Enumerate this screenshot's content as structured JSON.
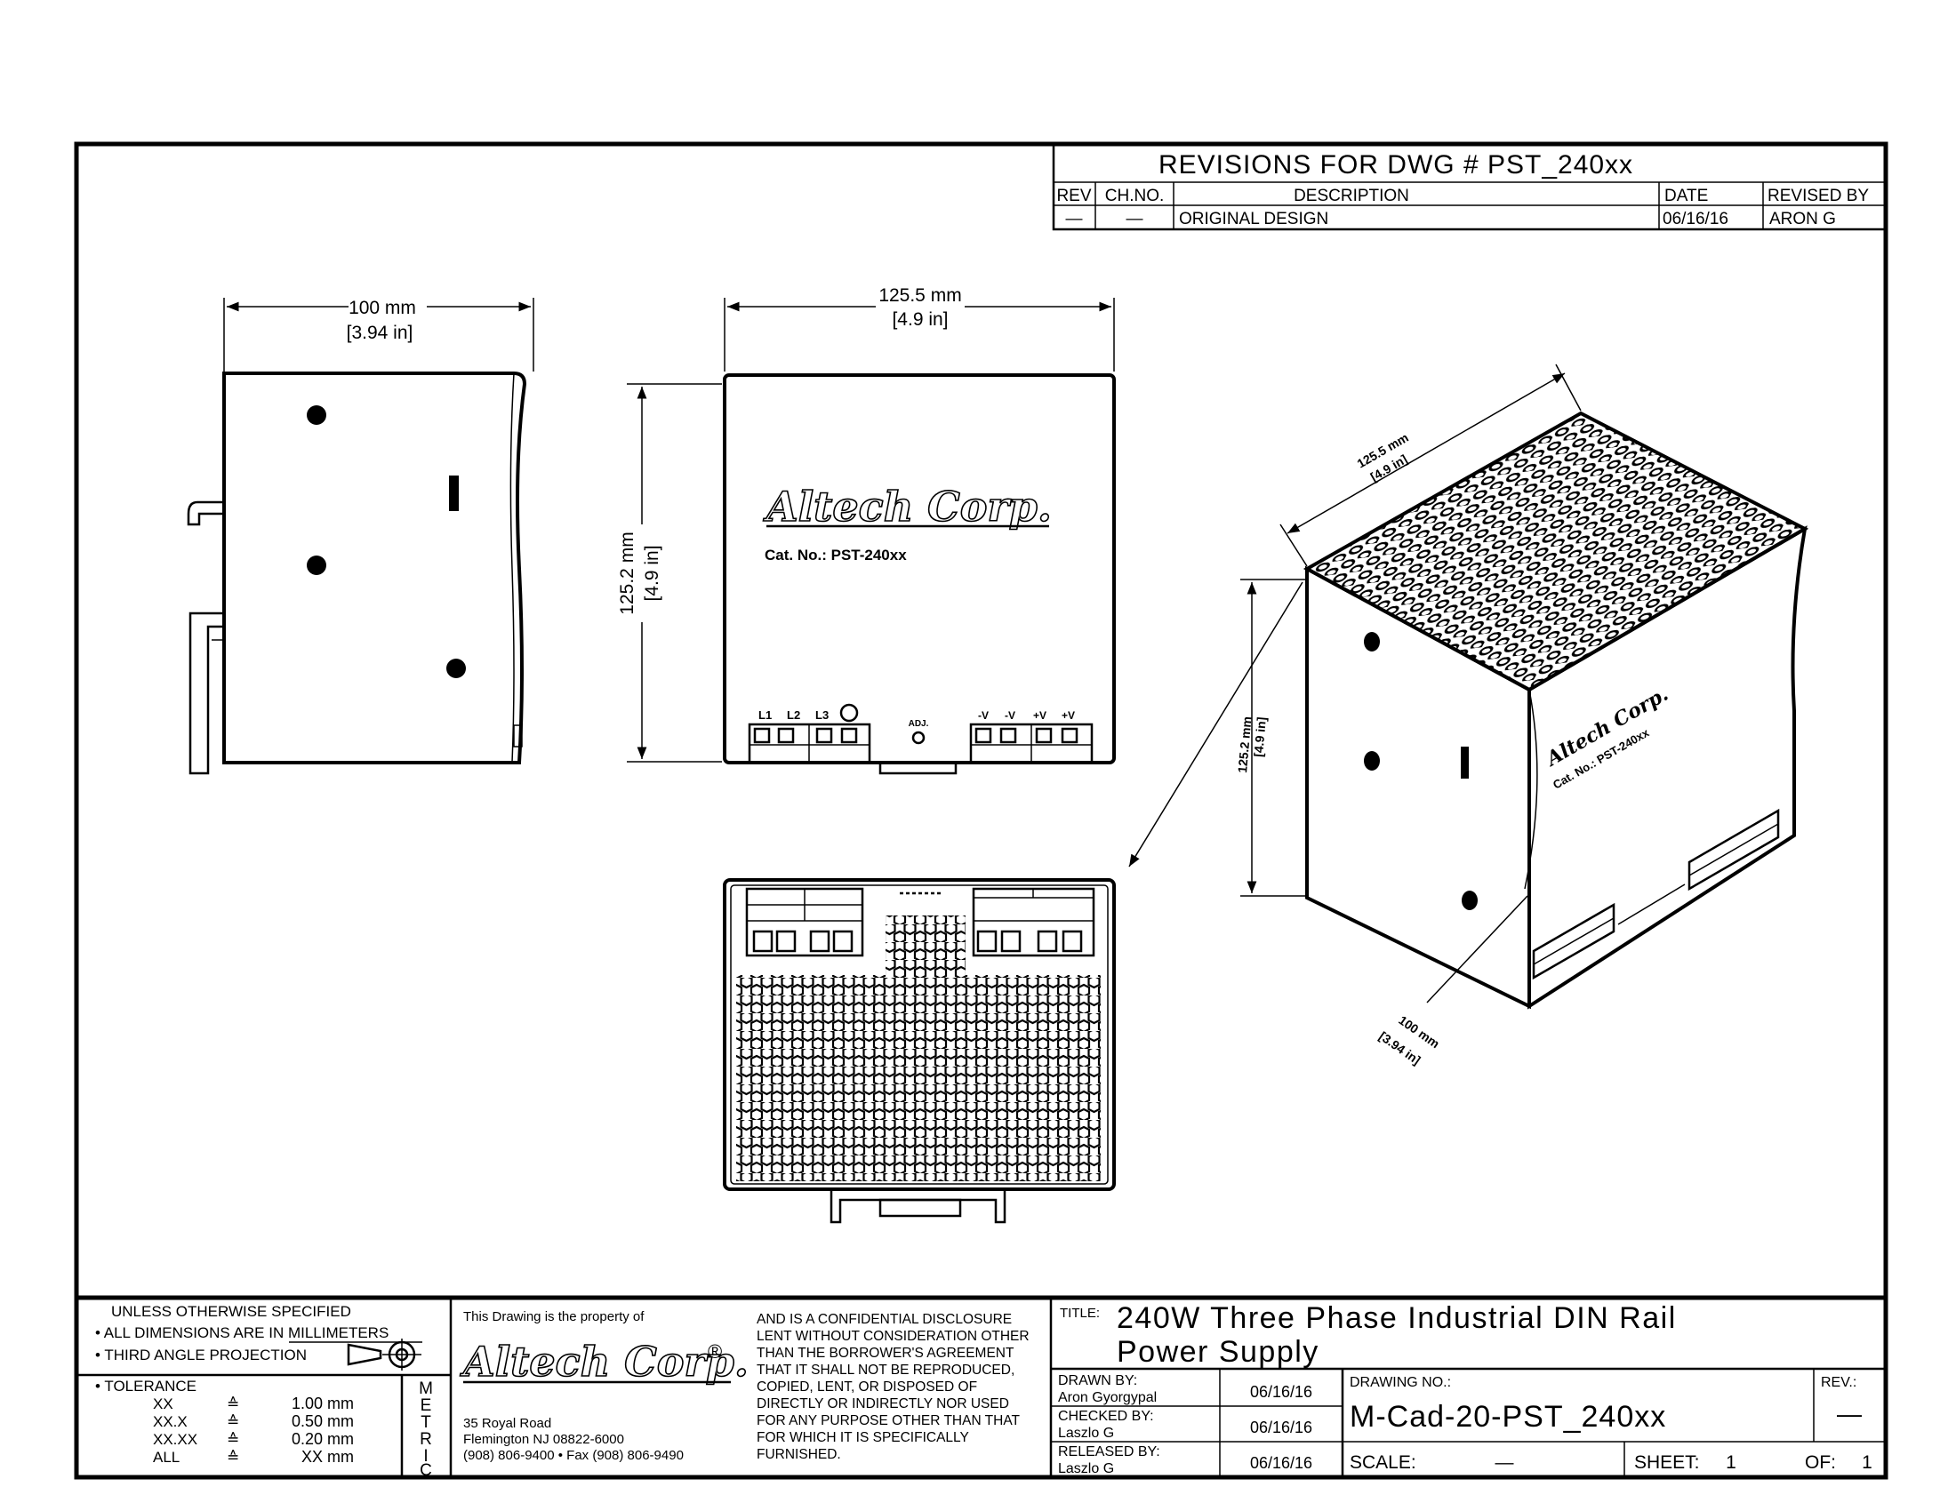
{
  "revisions": {
    "header": "REVISIONS FOR DWG # PST_240xx",
    "columns": [
      "REV",
      "CH.NO.",
      "DESCRIPTION",
      "DATE",
      "REVISED BY"
    ],
    "rows": [
      {
        "rev": "—",
        "chno": "—",
        "description": "ORIGINAL DESIGN",
        "date": "06/16/16",
        "revised_by": "ARON G"
      }
    ]
  },
  "dimensions": {
    "side_width": "100 mm",
    "side_width_in": "[3.94 in]",
    "front_width": "125.5 mm",
    "front_width_in": "[4.9 in]",
    "front_height": "125.2 mm",
    "front_height_in": "[4.9 in]",
    "iso_top": "125.5 mm",
    "iso_top_in": "[4.9 in]",
    "iso_height": "125.2 mm",
    "iso_height_in": "[4.9 in]",
    "iso_depth": "100 mm",
    "iso_depth_in": "[3.94 in]"
  },
  "front_view": {
    "brand": "Altech Corp.",
    "catalog": "Cat. No.: PST-240xx",
    "terminals_left": [
      "L1",
      "L2",
      "L3"
    ],
    "terminals_right": [
      "-V",
      "-V",
      "+V",
      "+V"
    ],
    "adjust_label": "ADJ."
  },
  "iso_view": {
    "brand": "Altech Corp.",
    "catalog": "Cat. No.: PST-240xx"
  },
  "notes": {
    "line1": "UNLESS OTHERWISE SPECIFIED",
    "line2": "• ALL DIMENSIONS ARE IN MILLIMETERS",
    "line3": "• THIRD ANGLE PROJECTION",
    "tolerance_label": "• TOLERANCE",
    "tolerances": [
      {
        "key": "XX",
        "sym": "≙",
        "value": "1.00 mm"
      },
      {
        "key": "XX.X",
        "sym": "≙",
        "value": "0.50 mm"
      },
      {
        "key": "XX.XX",
        "sym": "≙",
        "value": "0.20 mm"
      },
      {
        "key": "ALL",
        "sym": "≙",
        "value": "XX mm"
      }
    ],
    "metric_letters": [
      "M",
      "E",
      "T",
      "R",
      "I",
      "C"
    ]
  },
  "property": {
    "intro": "This Drawing is the property of",
    "brand": "Altech Corp.",
    "registered": "®",
    "address1": "35 Royal Road",
    "address2": "Flemington NJ 08822-6000",
    "address3": "(908) 806-9400 • Fax (908) 806-9490",
    "disclosure": [
      "AND IS A CONFIDENTIAL DISCLOSURE",
      "LENT WITHOUT CONSIDERATION OTHER",
      "THAN THE BORROWER'S AGREEMENT",
      "THAT IT SHALL NOT BE REPRODUCED,",
      "COPIED, LENT, OR DISPOSED OF",
      "DIRECTLY OR INDIRECTLY NOR USED",
      "FOR ANY PURPOSE OTHER THAN THAT",
      "FOR WHICH IT IS SPECIFICALLY",
      "FURNISHED."
    ]
  },
  "title_block": {
    "title_label": "TITLE:",
    "title_line1": "240W Three Phase Industrial DIN Rail",
    "title_line2": "Power Supply",
    "drawn_label": "DRAWN BY:",
    "drawn_name": "Aron Gyorgypal",
    "drawn_date": "06/16/16",
    "checked_label": "CHECKED BY:",
    "checked_name": "Laszlo G",
    "checked_date": "06/16/16",
    "released_label": "RELEASED BY:",
    "released_name": "Laszlo G",
    "released_date": "06/16/16",
    "drawing_no_label": "DRAWING NO.:",
    "drawing_no": "M-Cad-20-PST_240xx",
    "rev_label": "REV.:",
    "rev": "—",
    "scale_label": "SCALE:",
    "scale": "—",
    "sheet_label": "SHEET:",
    "sheet": "1",
    "of_label": "OF:",
    "of": "1"
  }
}
